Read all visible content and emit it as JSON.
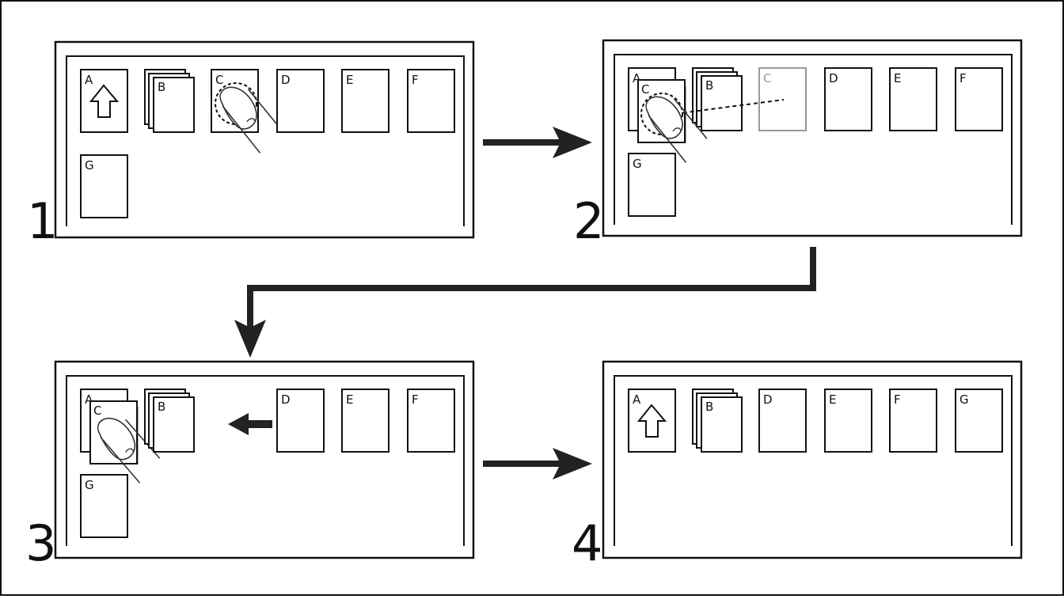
{
  "steps": [
    {
      "number": "1",
      "cards": {
        "A": "A",
        "B": "B",
        "C": "C",
        "D": "D",
        "E": "E",
        "F": "F",
        "G": "G"
      }
    },
    {
      "number": "2",
      "cards": {
        "A": "A",
        "C": "C",
        "B": "B",
        "C_ghost": "C",
        "D": "D",
        "E": "E",
        "F": "F",
        "G": "G"
      }
    },
    {
      "number": "3",
      "cards": {
        "A": "A",
        "C": "C",
        "B": "B",
        "D": "D",
        "E": "E",
        "F": "F",
        "G": "G"
      }
    },
    {
      "number": "4",
      "cards": {
        "A": "A",
        "B": "B",
        "D": "D",
        "E": "E",
        "F": "F",
        "G": "G"
      }
    }
  ],
  "icons": {
    "upload": "up-arrow-icon",
    "stack": "stacked-pages-icon",
    "touch": "finger-tap-icon"
  }
}
